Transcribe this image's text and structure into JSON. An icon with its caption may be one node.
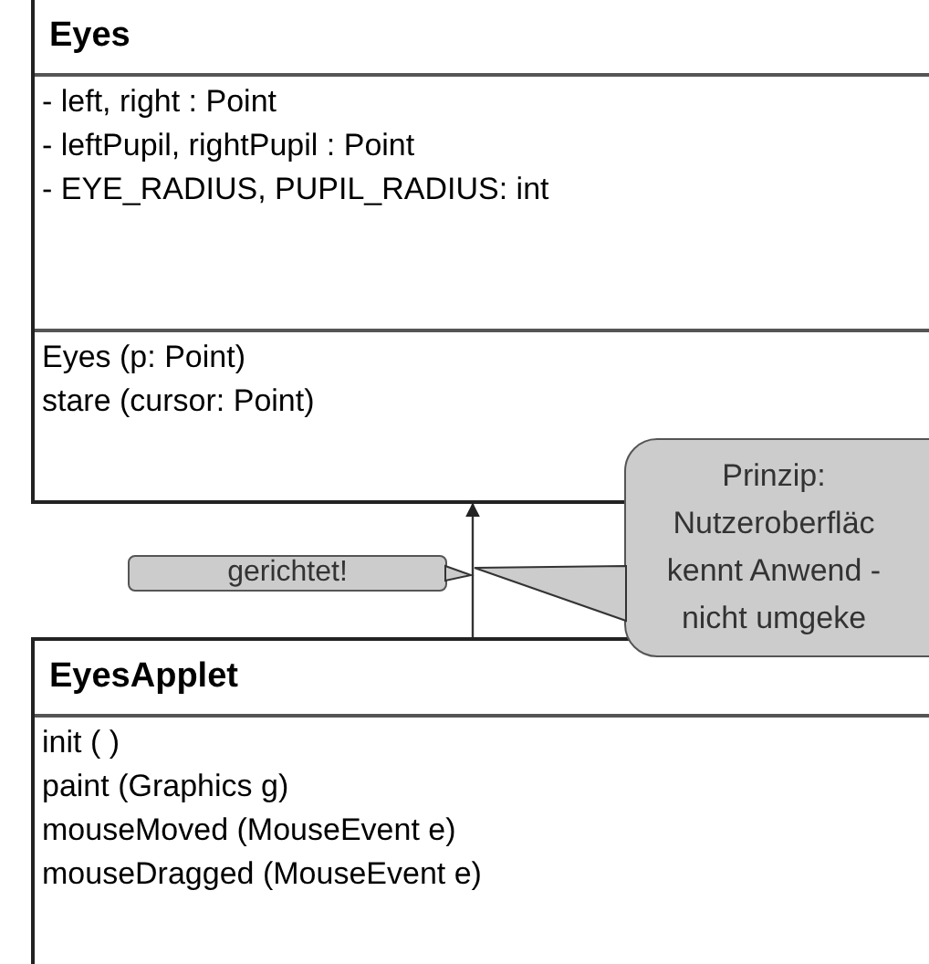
{
  "diagram": {
    "nodes": [
      {
        "text": [
          "Eyes",
          "- left, right : Point",
          "- leftPupil, rightPupil : Point",
          "- EYE_RADIUS, PUPIL_RADIUS: int",
          "Eyes (p: Point)",
          "stare (cursor: Point)"
        ]
      },
      {
        "text": [
          "EyesApplet",
          "init ( )",
          "paint (Graphics g)",
          "mouseMoved (MouseEvent e)",
          "mouseDragged (MouseEvent e)"
        ]
      },
      {
        "text": [
          "gerichtet!"
        ]
      },
      {
        "text": [
          "Prinzip: Nutzeroberfläc kennt Anwend - nicht umgeke"
        ]
      }
    ],
    "edges": [
      {
        "from": 1,
        "to": 0,
        "arrow": "to"
      },
      {
        "from": 2,
        "to": null,
        "arrow": "to"
      },
      {
        "from": 3,
        "to": null,
        "arrow": "to"
      }
    ]
  }
}
